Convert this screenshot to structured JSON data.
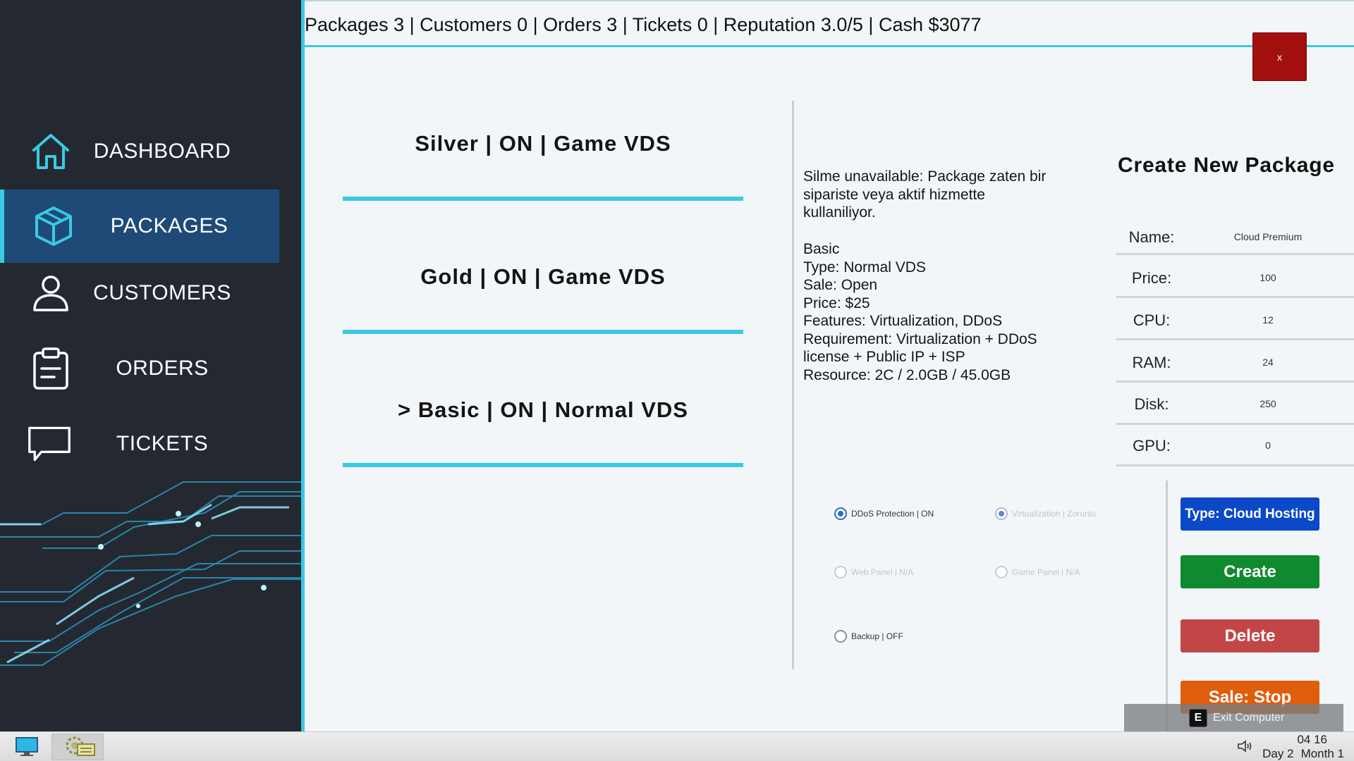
{
  "sidebar": {
    "items": [
      {
        "label": "DASHBOARD",
        "icon": "home-icon"
      },
      {
        "label": "PACKAGES",
        "icon": "box-icon",
        "active": true
      },
      {
        "label": "CUSTOMERS",
        "icon": "user-icon"
      },
      {
        "label": "ORDERS",
        "icon": "clipboard-icon"
      },
      {
        "label": "TICKETS",
        "icon": "chat-icon"
      }
    ],
    "accent_color": "#3bc9e3",
    "active_color": "#1f4a78"
  },
  "topbar": {
    "status": "Packages 3 | Customers 0 | Orders 3 | Tickets 0 | Reputation 3.0/5 | Cash $3077",
    "close_label": "x"
  },
  "packages": [
    {
      "label": "Silver | ON | Game VDS"
    },
    {
      "label": "Gold | ON | Game VDS"
    },
    {
      "label": "> Basic | ON | Normal VDS"
    }
  ],
  "details": {
    "notice": "Silme unavailable: Package zaten bir\nsipariste veya aktif hizmette\nkullaniliyor.",
    "lines": [
      "Basic",
      "Type: Normal VDS",
      "Sale: Open",
      "Price: $25",
      "Features: Virtualization, DDoS",
      "Requirement: Virtualization + DDoS",
      "license + Public IP + ISP",
      "Resource: 2C / 2.0GB / 45.0GB"
    ]
  },
  "form": {
    "title": "Create New Package",
    "fields": [
      {
        "label": "Name:",
        "value": "Cloud Premium"
      },
      {
        "label": "Price:",
        "value": "100"
      },
      {
        "label": "CPU:",
        "value": "12"
      },
      {
        "label": "RAM:",
        "value": "24"
      },
      {
        "label": "Disk:",
        "value": "250"
      },
      {
        "label": "GPU:",
        "value": "0"
      }
    ]
  },
  "options": [
    {
      "label": "DDoS Protection | ON",
      "checked": true
    },
    {
      "label": "Virtualization | Zorunlu",
      "checked": true
    },
    {
      "label": "Web Panel | N/A",
      "checked": false
    },
    {
      "label": "Game Panel | N/A",
      "checked": false
    },
    {
      "label": "Backup | OFF",
      "checked": false
    }
  ],
  "actions": {
    "type_label": "Type: Cloud Hosting",
    "create_label": "Create",
    "delete_label": "Delete",
    "sale_label": "Sale: Stop",
    "colors": {
      "type": "#0b49c8",
      "create": "#0f8a2e",
      "delete": "#c24646",
      "sale": "#df5e0c"
    }
  },
  "exit_hint": {
    "key": "E",
    "label": "Exit Computer"
  },
  "taskbar": {
    "time": "04 16",
    "day": "Day 2",
    "month": "Month 1"
  }
}
